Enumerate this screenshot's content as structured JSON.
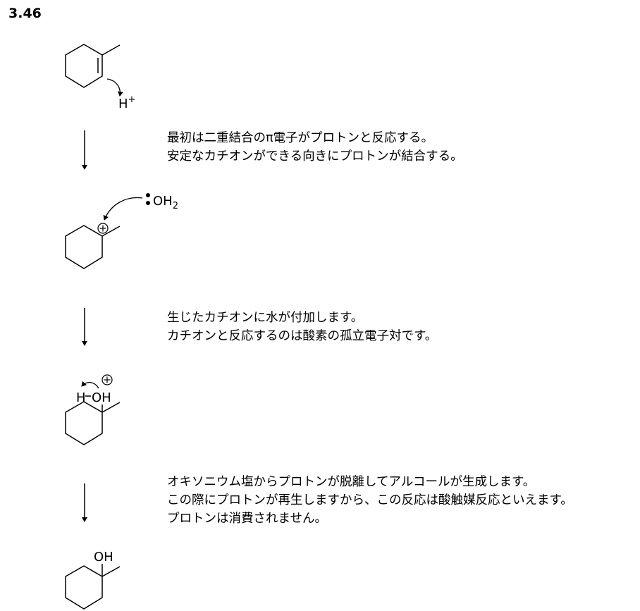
{
  "problem_number": "3.46",
  "labels": {
    "h_plus": "H",
    "h_plus_charge": "+",
    "water": "OH",
    "water_sub": "2",
    "oxonium_h": "H",
    "oxonium_oh": "OH",
    "product_oh": "OH"
  },
  "steps": [
    {
      "lines": [
        "最初は二重結合のπ電子がプロトンと反応する。",
        "安定なカチオンができる向きにプロトンが結合する。"
      ]
    },
    {
      "lines": [
        "生じたカチオンに水が付加します。",
        "カチオンと反応するのは酸素の孤立電子対です。"
      ]
    },
    {
      "lines": [
        "オキソニウム塩からプロトンが脱離してアルコールが生成します。",
        "この際にプロトンが再生しますから、この反応は酸触媒反応といえます。",
        "プロトンは消費されません。"
      ]
    }
  ]
}
